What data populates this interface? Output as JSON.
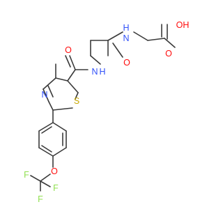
{
  "atoms": {
    "oh": {
      "text": "OH",
      "color": "#ff0d0d"
    },
    "o_acid": {
      "text": "O",
      "color": "#ff0d0d"
    },
    "nh_top": {
      "text": "H",
      "color": "#3050f8"
    },
    "n_top": {
      "text": "N",
      "color": "#3050f8"
    },
    "o_mid": {
      "text": "O",
      "color": "#ff0d0d"
    },
    "o_left": {
      "text": "O",
      "color": "#ff0d0d"
    },
    "n_mid": {
      "text": "N",
      "color": "#3050f8"
    },
    "h_mid": {
      "text": "H",
      "color": "#3050f8"
    },
    "n_ring": {
      "text": "N",
      "color": "#3050f8"
    },
    "s_ring": {
      "text": "S",
      "color": "#c8a800"
    },
    "o_ether": {
      "text": "O",
      "color": "#ff0d0d"
    },
    "f_left": {
      "text": "F",
      "color": "#90e050"
    },
    "f_bottom": {
      "text": "F",
      "color": "#90e050"
    },
    "f_right": {
      "text": "F",
      "color": "#90e050"
    }
  }
}
